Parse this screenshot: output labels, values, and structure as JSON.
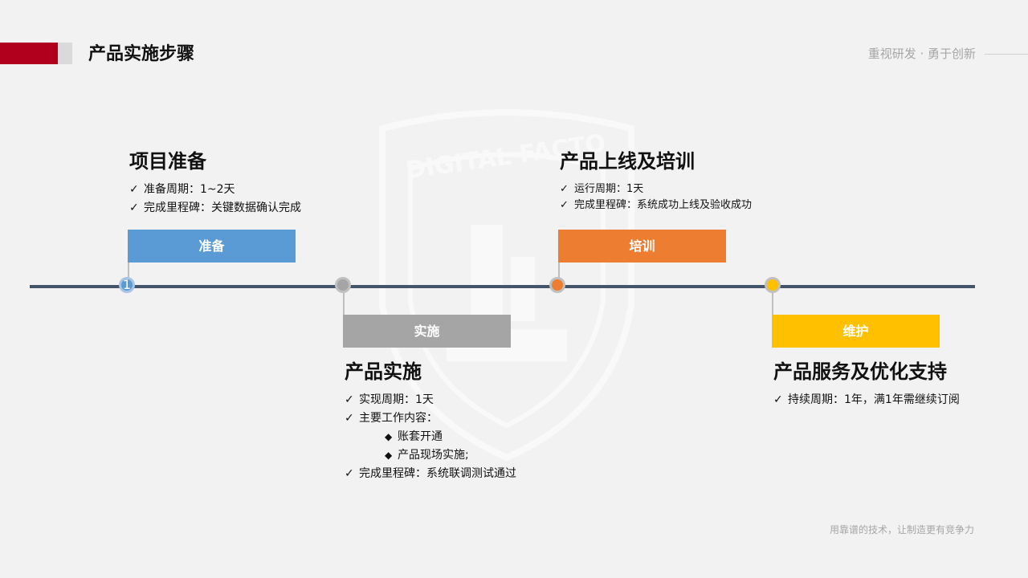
{
  "header": {
    "title": "产品实施步骤",
    "slogan": "重视研发 · 勇于创新"
  },
  "footer": {
    "text": "用靠谱的技术，让制造更有竞争力"
  },
  "watermark": {
    "text": "DIGITAL FACTO"
  },
  "colors": {
    "accent_red": "#b0001e",
    "timeline": "#44546a",
    "prepare": "#5b9bd5",
    "implement": "#a5a5a5",
    "train": "#ed7d31",
    "maintain": "#ffc000"
  },
  "icons": {
    "check": "✓",
    "diamond": "◆"
  },
  "stages": [
    {
      "node_label": "1",
      "tag": "准备",
      "title": "项目准备",
      "bullets": [
        "准备周期：1~2天",
        "完成里程碑：关键数据确认完成"
      ]
    },
    {
      "tag": "实施",
      "title": "产品实施",
      "bullets": [
        "实现周期：1天",
        "主要工作内容：",
        "完成里程碑：系统联调测试通过"
      ],
      "sub_bullets": [
        "账套开通",
        "产品现场实施;"
      ]
    },
    {
      "tag": "培训",
      "title": "产品上线及培训",
      "bullets": [
        "运行周期：1天",
        "完成里程碑：系统成功上线及验收成功"
      ]
    },
    {
      "tag": "维护",
      "title": "产品服务及优化支持",
      "bullets": [
        "持续周期：1年，满1年需继续订阅"
      ]
    }
  ]
}
